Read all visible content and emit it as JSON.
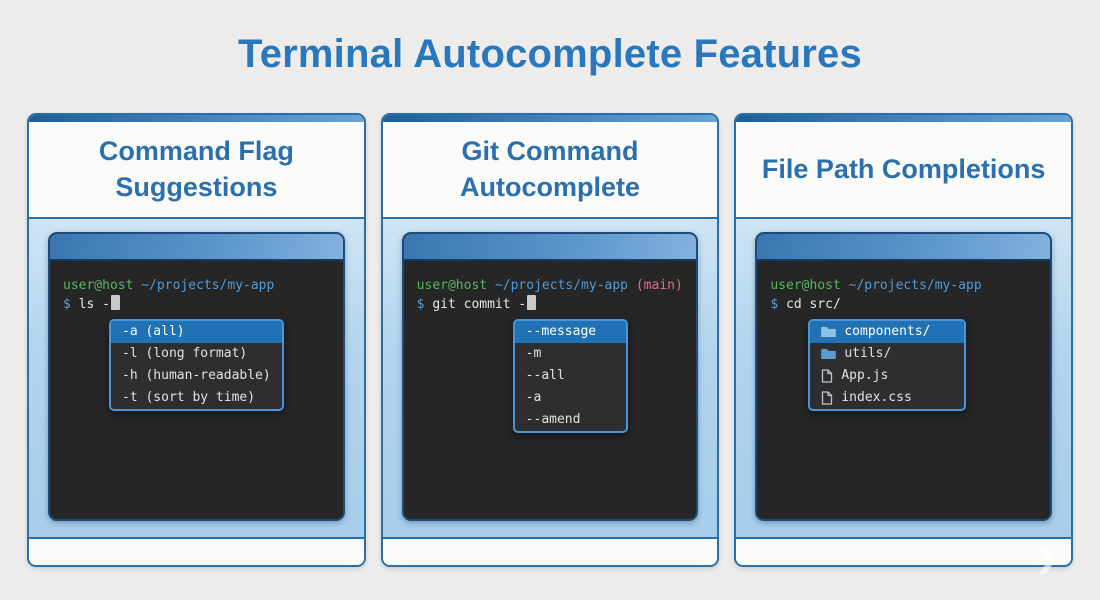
{
  "page": {
    "title": "Terminal Autocomplete Features"
  },
  "colors": {
    "accent_blue": "#2978bd",
    "card_border": "#2a6fa8",
    "card_top_gradient": [
      "#1f5e97",
      "#69a4d7"
    ],
    "terminal_section_blue": "#b3d5ee",
    "terminal_bg": "#262626",
    "titlebar_gradient": [
      "#3976b0",
      "#82b2de"
    ],
    "dropdown_bg": "#2e2e2e",
    "dropdown_border": "#4a96dd",
    "highlight_blue": "#2072b4",
    "prompt_green": "#57b763",
    "path_blue": "#4f9bd8",
    "branch_red": "#da727e",
    "folder_icon_blue": "#5b9bd5",
    "file_icon_gray": "#b9c6d0"
  },
  "panels": [
    {
      "title": "Command Flag Suggestions",
      "terminal": {
        "prompt_user": "user@host",
        "prompt_path": "~/projects/my-app",
        "prompt_symbol": "$",
        "command": "ls -",
        "cursor": true,
        "dropdown_items": [
          {
            "label": "-a (all)",
            "selected": true
          },
          {
            "label": "-l (long format)",
            "selected": false
          },
          {
            "label": "-h (human-readable)",
            "selected": false
          },
          {
            "label": "-t (sort by time)",
            "selected": false
          }
        ]
      }
    },
    {
      "title": "Git Command Autocomplete",
      "terminal": {
        "prompt_user": "user@host",
        "prompt_path": "~/projects/my-app",
        "prompt_branch": "(main)",
        "prompt_symbol": "$",
        "command": "git commit -",
        "cursor": true,
        "dropdown_items": [
          {
            "label": "--message",
            "selected": true
          },
          {
            "label": "-m",
            "selected": false
          },
          {
            "label": "--all",
            "selected": false
          },
          {
            "label": "-a",
            "selected": false
          },
          {
            "label": "--amend",
            "selected": false
          }
        ]
      }
    },
    {
      "title": "File Path Completions",
      "terminal": {
        "prompt_user": "user@host",
        "prompt_path": "~/projects/my-app",
        "prompt_symbol": "$",
        "command": "cd src/",
        "cursor": false,
        "dropdown_items": [
          {
            "label": "components/",
            "icon": "folder",
            "selected": true
          },
          {
            "label": "utils/",
            "icon": "folder",
            "selected": false
          },
          {
            "label": "App.js",
            "icon": "file",
            "selected": false
          },
          {
            "label": "index.css",
            "icon": "file",
            "selected": false
          }
        ]
      }
    }
  ]
}
